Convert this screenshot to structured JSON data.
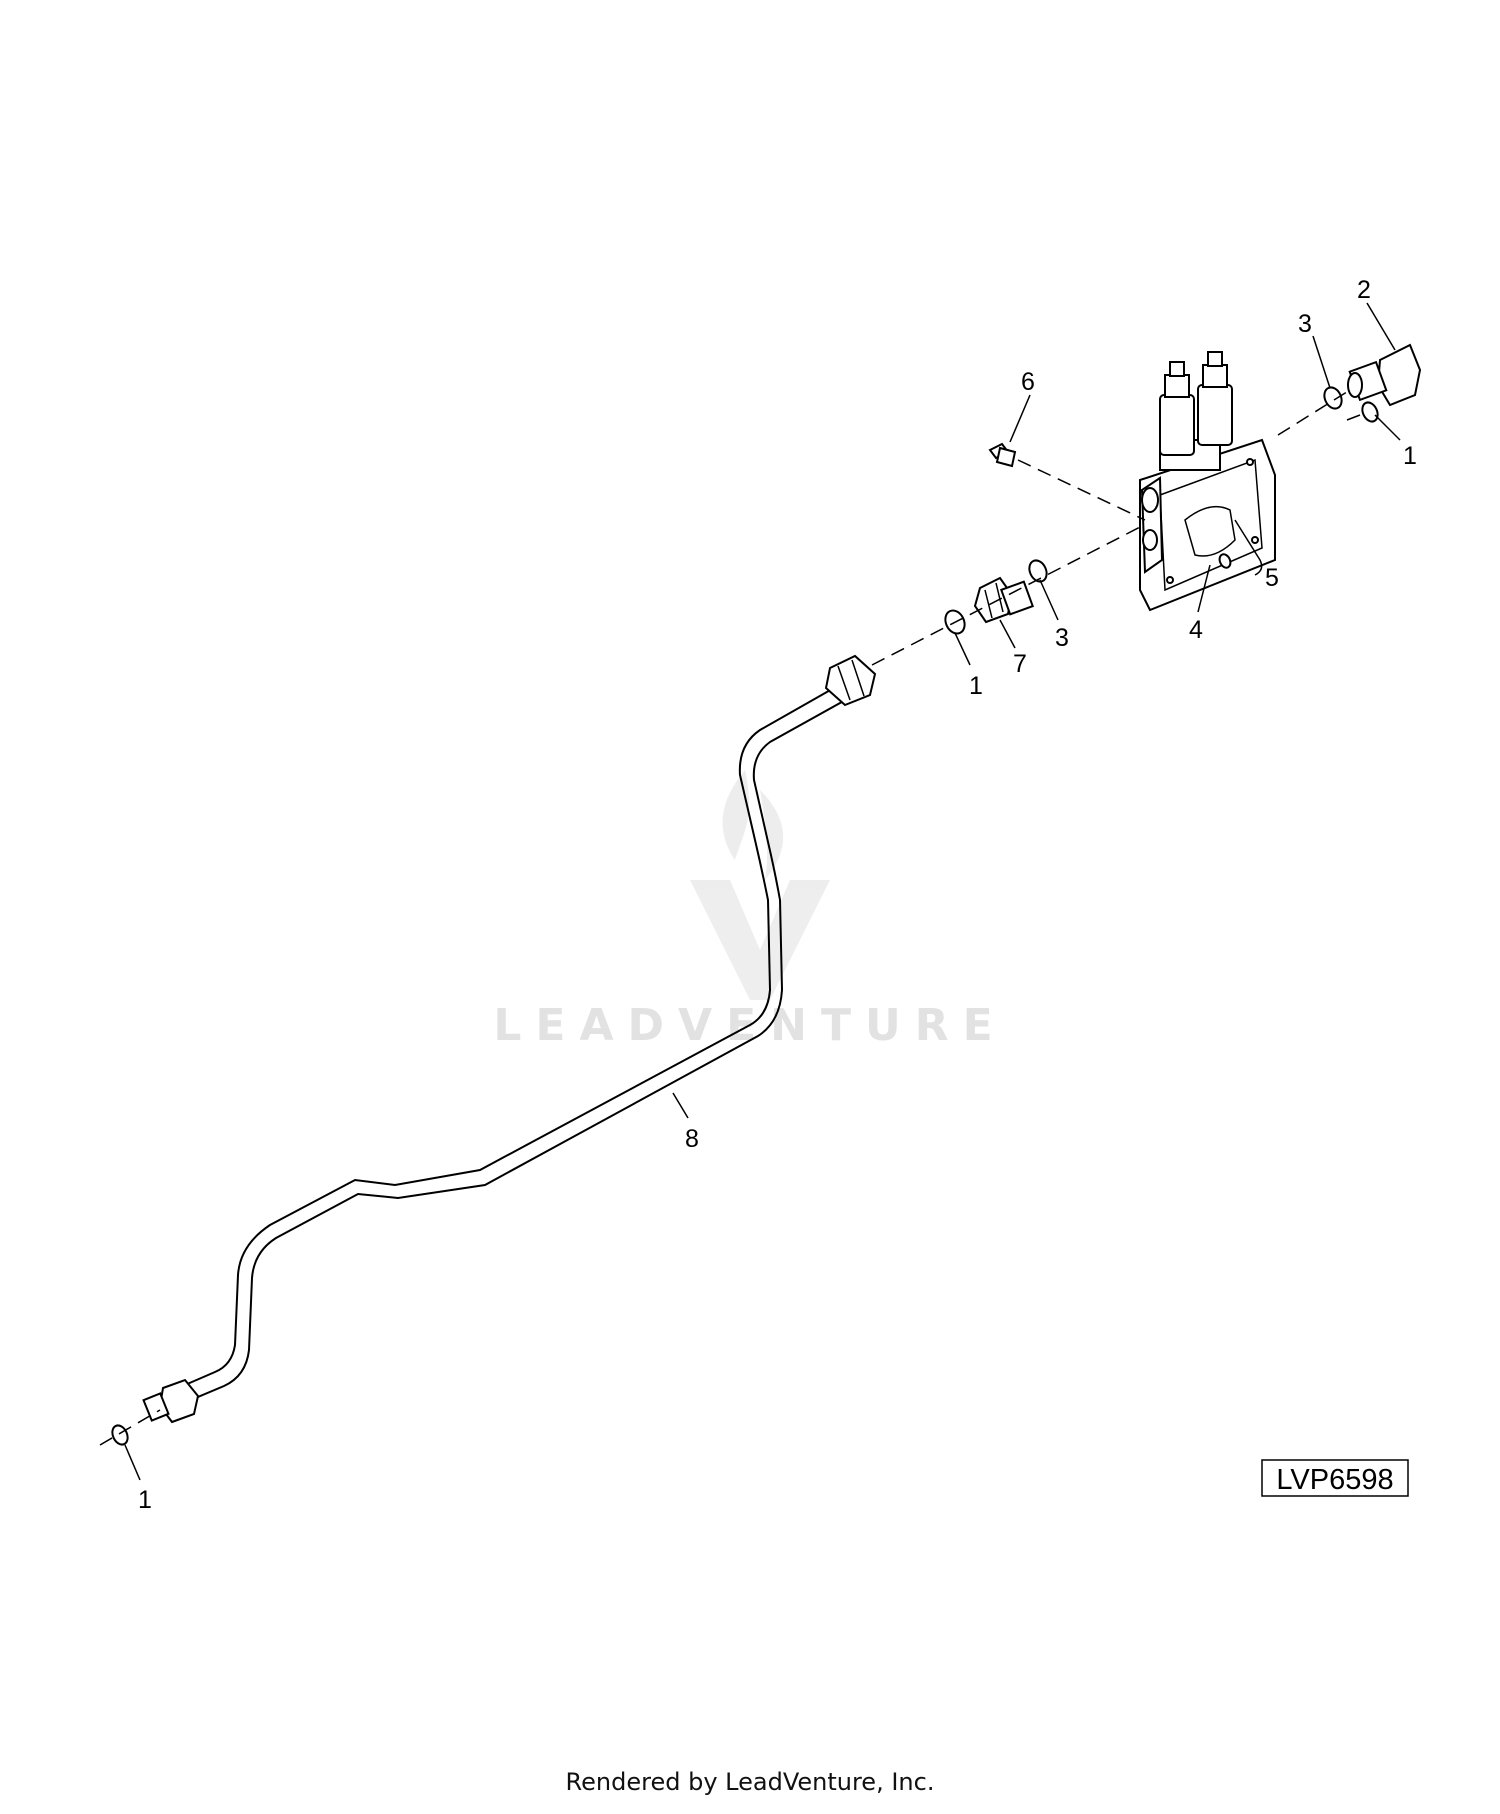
{
  "diagram": {
    "reference_code": "LVP6598",
    "watermark": "LEADVENTURE",
    "footer": "Rendered by LeadVenture, Inc.",
    "callouts": {
      "c1a": "1",
      "c1b": "1",
      "c1c": "1",
      "c2": "2",
      "c3a": "3",
      "c3b": "3",
      "c4": "4",
      "c5": "5",
      "c6": "6",
      "c7": "7",
      "c8": "8"
    }
  }
}
